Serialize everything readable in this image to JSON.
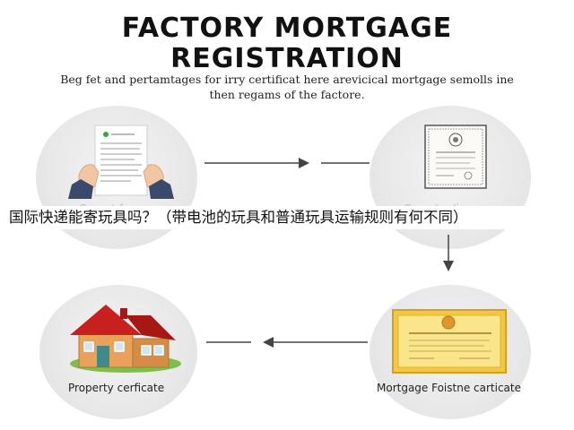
{
  "header": {
    "title_line1": "FACTORY MORTGAGE",
    "title_line2": "REGISTRATION",
    "subtitle": "Beg fet and pertamtages for irry certificat here arevicical mortgage semolls ine then regams of the factore."
  },
  "steps": {
    "step1_faded_label": "Greant fome",
    "step2_faded_label": "Cervatnulion",
    "step3_label": "Property cerficate",
    "step4_label": "Mortgage Foistne carticate"
  },
  "overlay": {
    "text": "国际快递能寄玩具吗？（带电池的玩具和普通玩具运输规则有何不同）"
  },
  "colors": {
    "arrow": "#444444",
    "roof": "#c8201e",
    "wall": "#e8a25a",
    "certificate_gold": "#f2c744",
    "grass": "#7cc04a"
  }
}
